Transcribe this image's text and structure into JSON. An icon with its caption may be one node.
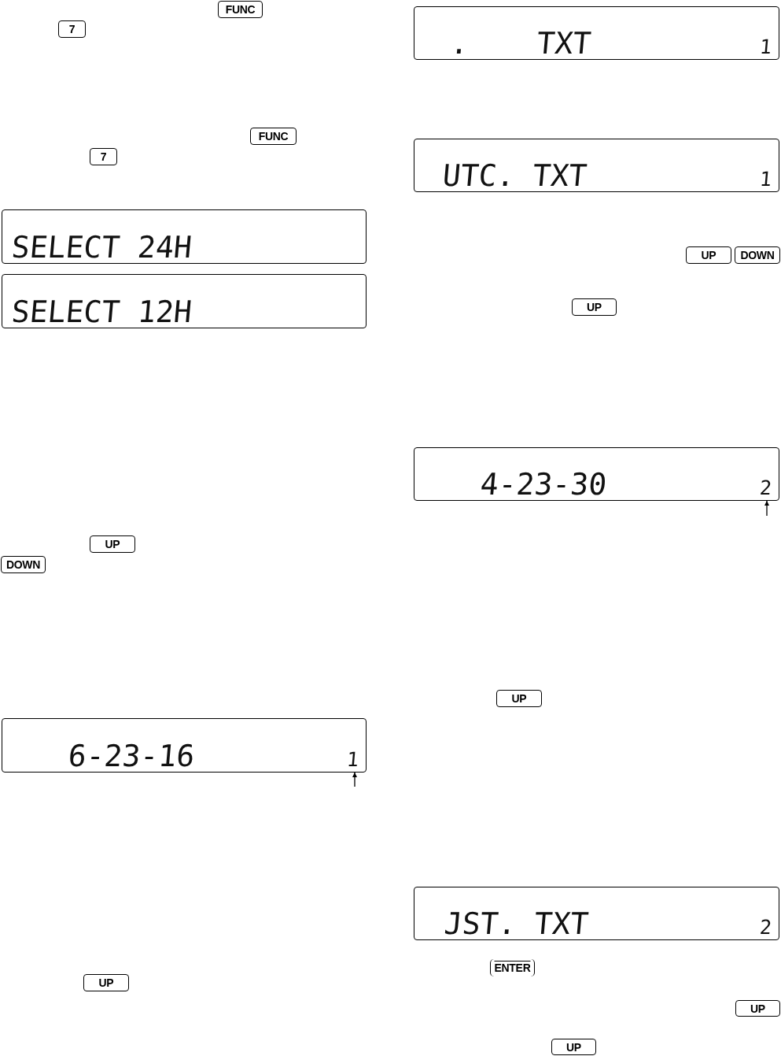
{
  "diagram": {
    "nodes": [
      {
        "text": [
          "FUNC"
        ]
      },
      {
        "text": [
          "7"
        ]
      },
      {
        "text": [
          "FUNC"
        ]
      },
      {
        "text": [
          "7"
        ]
      },
      {
        "text": [
          "SELECT 24H"
        ]
      },
      {
        "text": [
          "SELECT 12H"
        ]
      },
      {
        "text": [
          "UP"
        ]
      },
      {
        "text": [
          "DOWN"
        ]
      },
      {
        "text": [
          "6-23-16",
          "1"
        ]
      },
      {
        "text": [
          "UP"
        ]
      },
      {
        "text": [
          ". TXT",
          "1"
        ]
      },
      {
        "text": [
          "UTC. TXT",
          "1"
        ]
      },
      {
        "text": [
          "UP"
        ]
      },
      {
        "text": [
          "DOWN"
        ]
      },
      {
        "text": [
          "UP"
        ]
      },
      {
        "text": [
          "4-23-30",
          "2"
        ]
      },
      {
        "text": [
          "UP"
        ]
      },
      {
        "text": [
          "JST. TXT",
          "2"
        ]
      },
      {
        "text": [
          "ENTER"
        ]
      },
      {
        "text": [
          "UP"
        ]
      },
      {
        "text": [
          "UP"
        ]
      }
    ],
    "edges": [
      {
        "from": null,
        "to": 8,
        "arrow": "to"
      },
      {
        "from": null,
        "to": 15,
        "arrow": "to"
      }
    ]
  }
}
